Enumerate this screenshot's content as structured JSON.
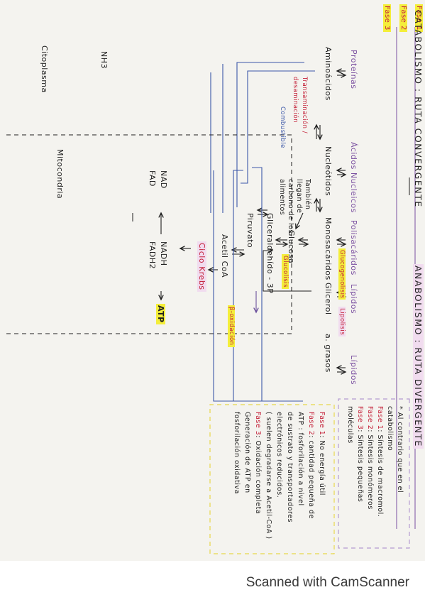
{
  "header": {
    "catabolismo_title": "CATABOLISMO : RUTA CONVERGENTE",
    "anabolismo_title": "ANABOLISMO : RUTA DIVERGENTE"
  },
  "phases": {
    "fase1": "Fase 1",
    "fase2": "Fase 2",
    "fase3": "Fase 3"
  },
  "row1": {
    "proteinas": "Proteínas",
    "acidos_nucleicos": "Ácidos Nucleicos",
    "polisacaridos": "Polisacáridos",
    "lipidos_cat": "Lípidos",
    "lipidos_ana": "Lípidos"
  },
  "row2": {
    "aminoacidos": "Aminoácidos",
    "nucleotidos": "Nucleótidos",
    "monosacaridos": "Monosacáridos",
    "glicerol": "Glicerol",
    "acidos_grasos": "a. grasos"
  },
  "processes": {
    "glucogenolisis": "Glucogenolisis",
    "lipolisis": "Lipolisis",
    "glucolisis": "Glucolisis",
    "beta_oxidacion": "β-oxidación",
    "transaminacion": "Transaminación /",
    "oxidacion": "desaminación",
    "combustible": "Combustible"
  },
  "metabolites": {
    "glucosa": "Glucosa",
    "gliceraldehido": "Gliceraldehído - 3P",
    "piruvato": "Piruvato",
    "acetil_coa": "Acetil CoA",
    "ciclo_krebs": "Ciclo Krebs",
    "nh3": "NH3",
    "nad": "NAD",
    "fad": "FAD",
    "nadh": "NADH",
    "fadh2": "FADH2",
    "atp": "ATP"
  },
  "note": {
    "line1": "También",
    "line2": "llegan de",
    "line3": "carbono de los",
    "line4": "alimentos"
  },
  "compartments": {
    "citoplasma": "Citoplasma",
    "mitocondria": "Mitocondria"
  },
  "summary_box": {
    "fase1_label": "Fase 1",
    "fase1_text": ": No energía útil",
    "fase2_label": "Fase 2",
    "fase2_text": ": cantidad pequeña de",
    "line3": "ATP : fosforilación a nivel",
    "line4": "de sustrato y transportadores",
    "line5": "electrónicos reducidos.",
    "line6": "( suelen degradarse a Acetil-CoA )",
    "fase3_label": "Fase 3",
    "fase3_text": ": Oxidación completa",
    "line8": "Generación de ATP en",
    "line9": "fosforilación oxidativa"
  },
  "anabolism_box": {
    "star_line": "* Al contrario que en el",
    "line2": "catabolismo",
    "fase1_label": "Fase 1",
    "fase1_text": ": Síntesis de macromol.",
    "fase2_label": "Fase 2",
    "fase2_text": ": Síntesis monómeros",
    "fase3_label": "Fase 3",
    "fase3_text": ": Síntesis pequeñas",
    "line6": "moléculas"
  },
  "footer": {
    "scanner": "Scanned with CamScanner"
  },
  "colors": {
    "ink": "#1f1f1f",
    "purple": "#7a4fa0",
    "red": "#c4223a",
    "yellow_highlight": "#f4ee3a",
    "green_highlight": "#cdeec0",
    "pink_highlight": "#f1dcef"
  }
}
